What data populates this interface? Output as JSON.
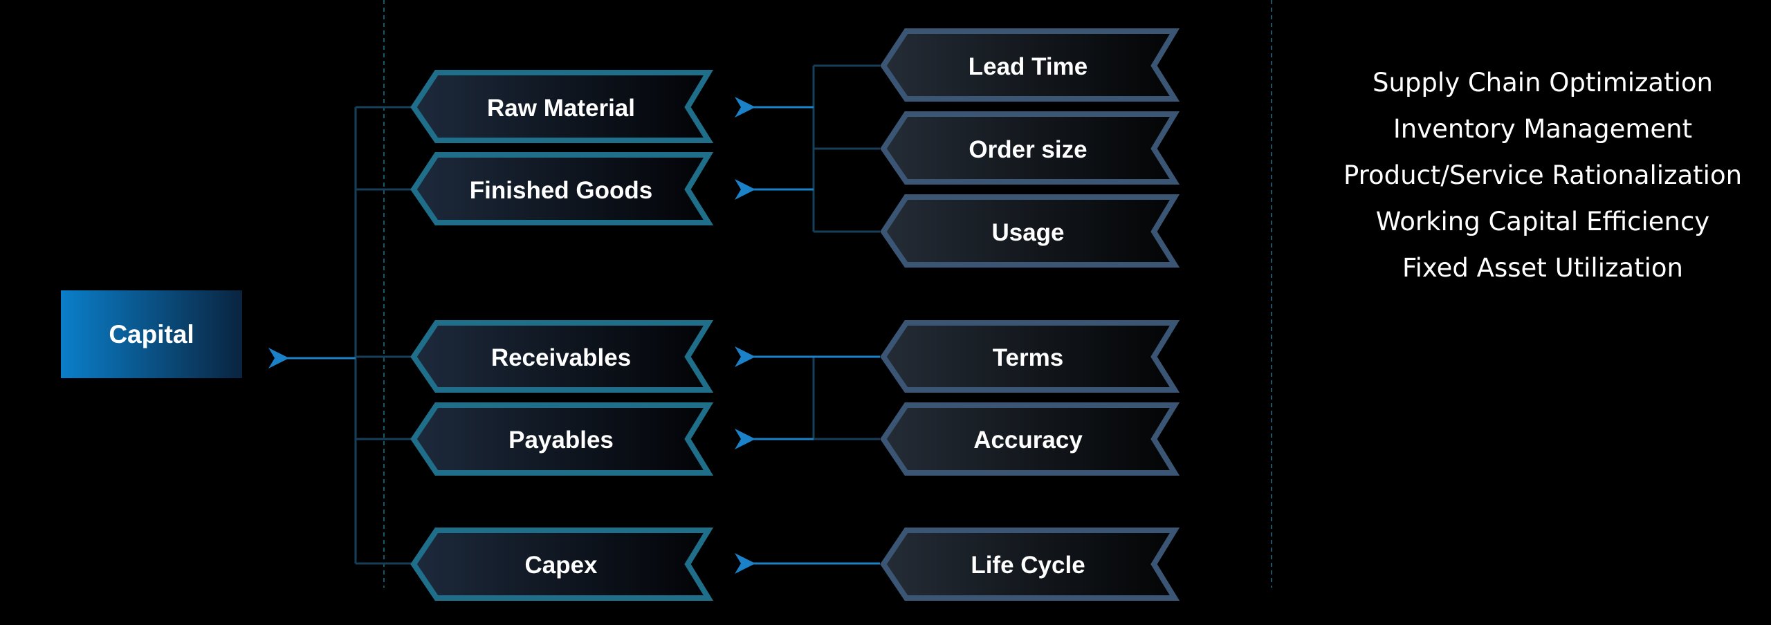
{
  "root": {
    "label": "Capital"
  },
  "drivers": [
    {
      "label": "Raw Material"
    },
    {
      "label": "Finished Goods"
    },
    {
      "label": "Receivables"
    },
    {
      "label": "Payables"
    },
    {
      "label": "Capex"
    }
  ],
  "factors": [
    {
      "label": "Lead Time"
    },
    {
      "label": "Order size"
    },
    {
      "label": "Usage"
    },
    {
      "label": "Terms"
    },
    {
      "label": "Accuracy"
    },
    {
      "label": "Life Cycle"
    }
  ],
  "outcomes": [
    "Supply Chain Optimization",
    "Inventory Management",
    "Product/Service Rationalization",
    "Working Capital Efficiency",
    "Fixed Asset Utilization"
  ],
  "colors": {
    "arrow": "#1b82c9",
    "driver_border": "#1f6f8a",
    "factor_border": "#3b5675",
    "connector": "#173f5a"
  }
}
